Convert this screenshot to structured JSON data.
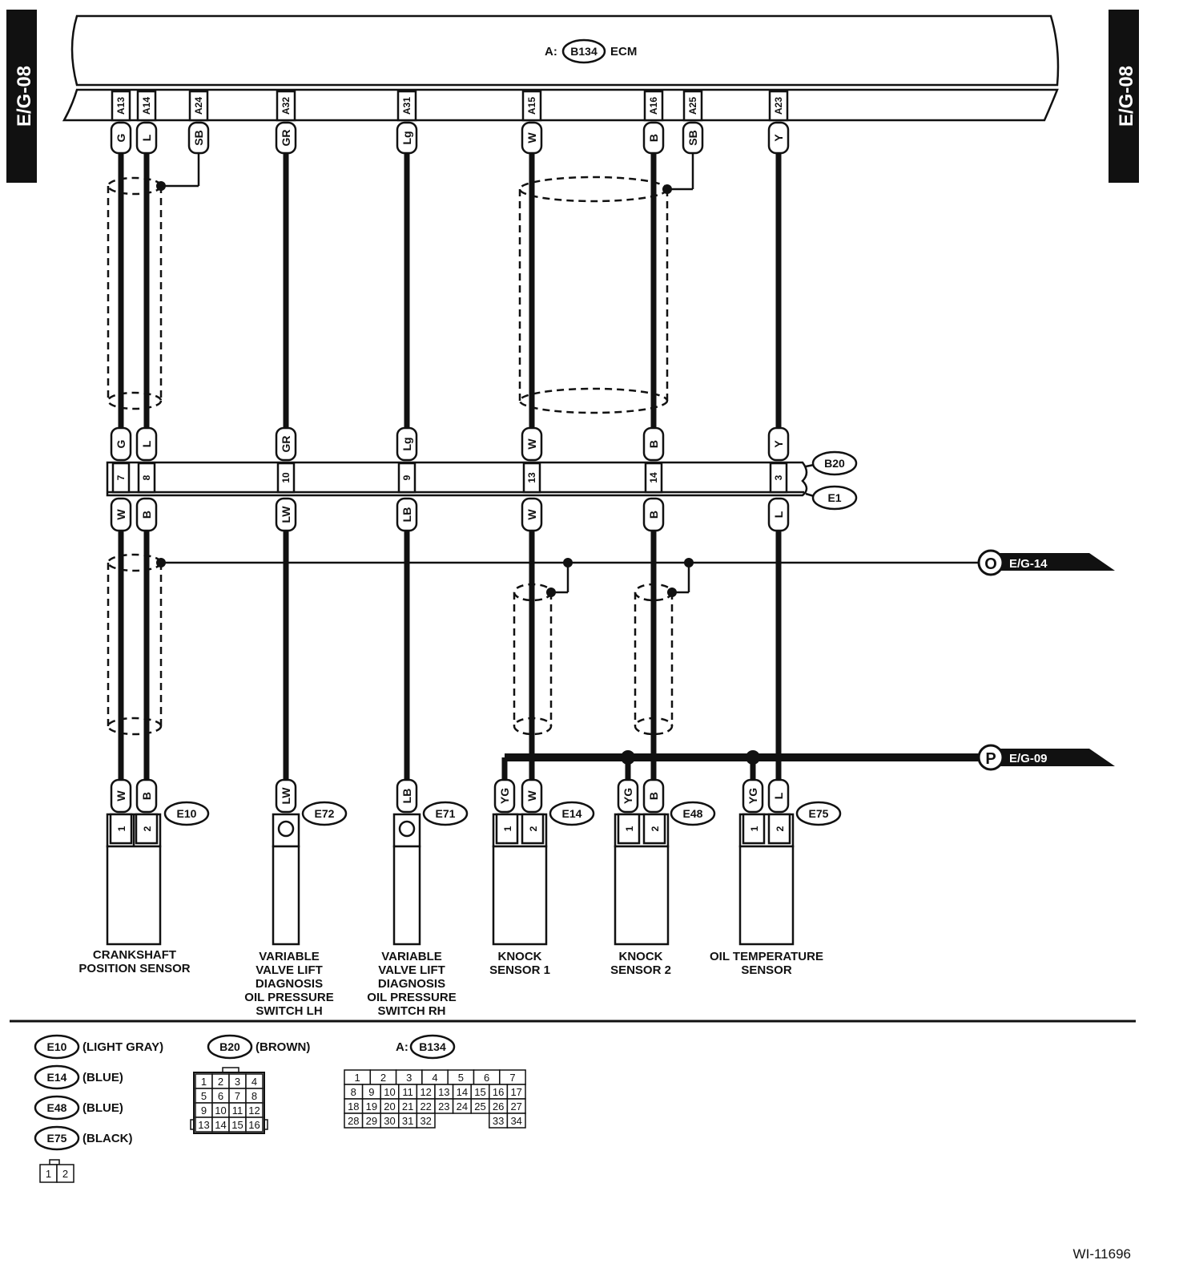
{
  "side_tab": "E/G-08",
  "ecm": {
    "prefix": "A:",
    "connector": "B134",
    "name": "ECM"
  },
  "wires": [
    {
      "id": "w1",
      "ecm_pin": "A13",
      "top_color": "G",
      "b20_pin": "7",
      "bottom_color": "W",
      "sensor_color": "W"
    },
    {
      "id": "w2",
      "ecm_pin": "A14",
      "top_color": "L",
      "b20_pin": "8",
      "bottom_color": "B",
      "sensor_color": "B"
    },
    {
      "id": "w3",
      "ecm_pin": "A24",
      "top_color": "SB"
    },
    {
      "id": "w4",
      "ecm_pin": "A32",
      "top_color": "GR",
      "b20_pin": "10",
      "bottom_color": "LW",
      "sensor_color": "LW"
    },
    {
      "id": "w5",
      "ecm_pin": "A31",
      "top_color": "Lg",
      "b20_pin": "9",
      "bottom_color": "LB",
      "sensor_color": "LB"
    },
    {
      "id": "w6",
      "ecm_pin": "A15",
      "top_color": "W",
      "b20_pin": "13",
      "bottom_color": "W",
      "sensor_color": "W"
    },
    {
      "id": "w7",
      "ecm_pin": "A16",
      "top_color": "B",
      "b20_pin": "14",
      "bottom_color": "B",
      "sensor_color": "B"
    },
    {
      "id": "w8",
      "ecm_pin": "A25",
      "top_color": "SB"
    },
    {
      "id": "w9",
      "ecm_pin": "A23",
      "top_color": "Y",
      "b20_pin": "3",
      "bottom_color": "L",
      "sensor_color": "L"
    }
  ],
  "junction": {
    "upper": "B20",
    "lower": "E1"
  },
  "references": [
    {
      "letter": "O",
      "label": "E/G-14"
    },
    {
      "letter": "P",
      "label": "E/G-09"
    }
  ],
  "ground_color": "YG",
  "connectors": [
    "E10",
    "E72",
    "E71",
    "E14",
    "E48",
    "E75"
  ],
  "pins": {
    "p1": "1",
    "p2": "2"
  },
  "sensors": [
    {
      "lines": [
        "CRANKSHAFT",
        "POSITION SENSOR"
      ]
    },
    {
      "lines": [
        "VARIABLE",
        "VALVE LIFT",
        "DIAGNOSIS",
        "OIL PRESSURE",
        "SWITCH LH"
      ]
    },
    {
      "lines": [
        "VARIABLE",
        "VALVE LIFT",
        "DIAGNOSIS",
        "OIL PRESSURE",
        "SWITCH RH"
      ]
    },
    {
      "lines": [
        "KNOCK",
        "SENSOR 1"
      ]
    },
    {
      "lines": [
        "KNOCK",
        "SENSOR 2"
      ]
    },
    {
      "lines": [
        "OIL TEMPERATURE",
        "SENSOR"
      ]
    }
  ],
  "legend": [
    {
      "connector": "E10",
      "color": "(LIGHT GRAY)"
    },
    {
      "connector": "E14",
      "color": "(BLUE)"
    },
    {
      "connector": "E48",
      "color": "(BLUE)"
    },
    {
      "connector": "E75",
      "color": "(BLACK)"
    },
    {
      "connector": "B20",
      "color": "(BROWN)"
    }
  ],
  "b20_grid": [
    [
      "1",
      "2",
      "3",
      "4"
    ],
    [
      "5",
      "6",
      "7",
      "8"
    ],
    [
      "9",
      "10",
      "11",
      "12"
    ],
    [
      "13",
      "14",
      "15",
      "16"
    ]
  ],
  "small_grid": [
    "1",
    "2"
  ],
  "b134_label": {
    "prefix": "A:",
    "connector": "B134"
  },
  "b134_grid": [
    [
      "1",
      "2",
      "3",
      "4",
      "5",
      "6",
      "7"
    ],
    [
      "8",
      "9",
      "10",
      "11",
      "12",
      "13",
      "14",
      "15",
      "16",
      "17"
    ],
    [
      "18",
      "19",
      "20",
      "21",
      "22",
      "23",
      "24",
      "25",
      "26",
      "27"
    ],
    [
      "28",
      "29",
      "30",
      "31",
      "32",
      "33",
      "34"
    ]
  ],
  "figure_id": "WI-11696"
}
